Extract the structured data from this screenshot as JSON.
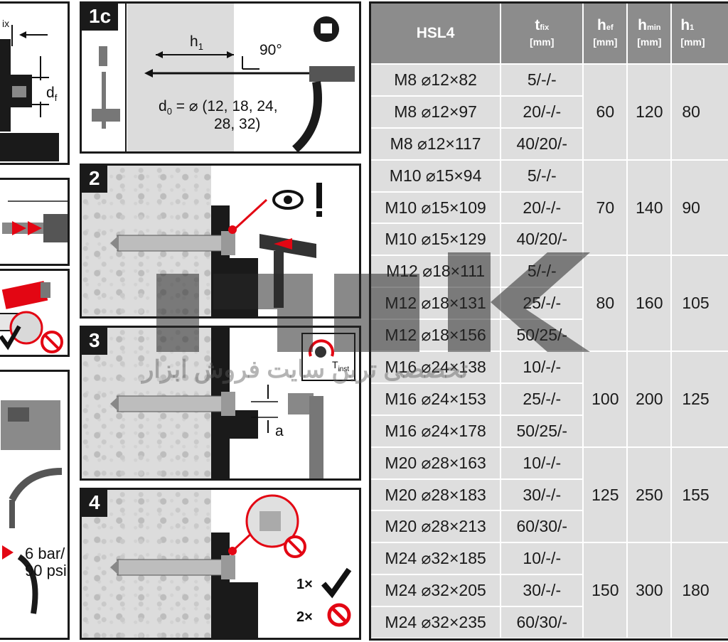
{
  "panels": {
    "left_top": {
      "label_fix": "ix",
      "label_df": "d",
      "label_df_sub": "f"
    },
    "step_1c": {
      "number": "1c",
      "h1": "h",
      "h1_sub": "1",
      "angle": "90°",
      "d0_line1": "d",
      "d0_sub": "0",
      "d0_rest": " = ⌀ (12, 18, 24,",
      "d0_line2": "28, 32)"
    },
    "step_2": {
      "number": "2"
    },
    "step_3": {
      "number": "3",
      "tinst": "T",
      "tinst_sub": "inst",
      "a_label": "a"
    },
    "step_4": {
      "number": "4",
      "once": "1×",
      "twice": "2×"
    },
    "left_bottom": {
      "pressure_line1": "6 bar/",
      "pressure_line2": "90 psi"
    }
  },
  "table": {
    "headers": [
      {
        "main": "HSL4",
        "unit": ""
      },
      {
        "main": "t",
        "sub": "fix",
        "unit": "[mm]"
      },
      {
        "main": "h",
        "sub": "ef",
        "unit": "[mm]"
      },
      {
        "main": "h",
        "sub": "min",
        "unit": "[mm]"
      },
      {
        "main": "h",
        "sub": "1",
        "unit": "[mm]"
      }
    ],
    "rows": [
      [
        "M8 ⌀12×82",
        "5/-/-"
      ],
      [
        "M8 ⌀12×97",
        "20/-/-"
      ],
      [
        "M8 ⌀12×117",
        "40/20/-"
      ],
      [
        "M10 ⌀15×94",
        "5/-/-"
      ],
      [
        "M10 ⌀15×109",
        "20/-/-"
      ],
      [
        "M10 ⌀15×129",
        "40/20/-"
      ],
      [
        "M12 ⌀18×111",
        "5/-/-"
      ],
      [
        "M12 ⌀18×131",
        "25/-/-"
      ],
      [
        "M12 ⌀18×156",
        "50/25/-"
      ],
      [
        "M16 ⌀24×138",
        "10/-/-"
      ],
      [
        "M16 ⌀24×153",
        "25/-/-"
      ],
      [
        "M16 ⌀24×178",
        "50/25/-"
      ],
      [
        "M20 ⌀28×163",
        "10/-/-"
      ],
      [
        "M20 ⌀28×183",
        "30/-/-"
      ],
      [
        "M20 ⌀28×213",
        "60/30/-"
      ],
      [
        "M24 ⌀32×185",
        "10/-/-"
      ],
      [
        "M24 ⌀32×205",
        "30/-/-"
      ],
      [
        "M24 ⌀32×235",
        "60/30/-"
      ]
    ],
    "groups": [
      {
        "hef": "60",
        "hmin": "120",
        "h1": "80"
      },
      {
        "hef": "70",
        "hmin": "140",
        "h1": "90"
      },
      {
        "hef": "80",
        "hmin": "160",
        "h1": "105"
      },
      {
        "hef": "100",
        "hmin": "200",
        "h1": "125"
      },
      {
        "hef": "125",
        "hmin": "250",
        "h1": "155"
      },
      {
        "hef": "150",
        "hmin": "300",
        "h1": "180"
      }
    ]
  },
  "watermark": {
    "text": "تخصصی ترین سایت فروش ابزار"
  },
  "colors": {
    "header_bg": "#8c8c8c",
    "cell_bg": "#dedede",
    "accent_red": "#e30613"
  }
}
